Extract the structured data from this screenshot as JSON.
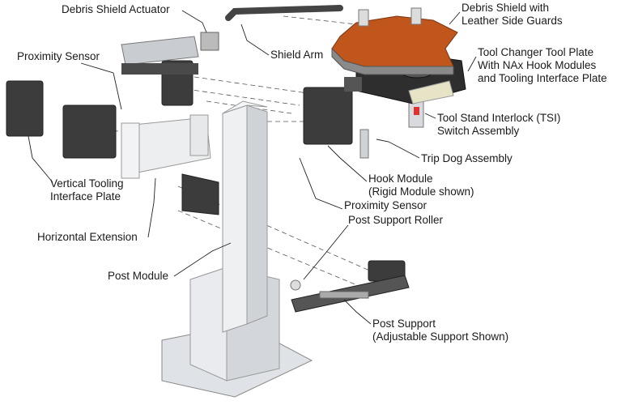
{
  "labels": {
    "debris_shield_actuator": "Debris Shield Actuator",
    "shield_arm": "Shield Arm",
    "debris_shield_1": "Debris Shield with",
    "debris_shield_2": "Leather Side Guards",
    "proximity_sensor_top": "Proximity Sensor",
    "tool_plate_1": "Tool Changer Tool Plate",
    "tool_plate_2": "With NAx Hook Modules",
    "tool_plate_3": "and Tooling Interface Plate",
    "tsi_1": "Tool Stand Interlock (TSI)",
    "tsi_2": "Switch Assembly",
    "trip_dog": "Trip Dog Assembly",
    "vertical_plate_1": "Vertical Tooling",
    "vertical_plate_2": "Interface Plate",
    "hook_module_1": "Hook Module",
    "hook_module_2": "(Rigid Module shown)",
    "proximity_sensor_bottom": "Proximity Sensor",
    "post_support_roller": "Post Support Roller",
    "horizontal_extension": "Horizontal Extension",
    "post_module": "Post Module",
    "post_support_1": "Post Support",
    "post_support_2": "(Adjustable Support Shown)"
  },
  "colors": {
    "shield": "#c0561c",
    "dark_part": "#3a3a3a",
    "metal": "#e4e6ea"
  }
}
